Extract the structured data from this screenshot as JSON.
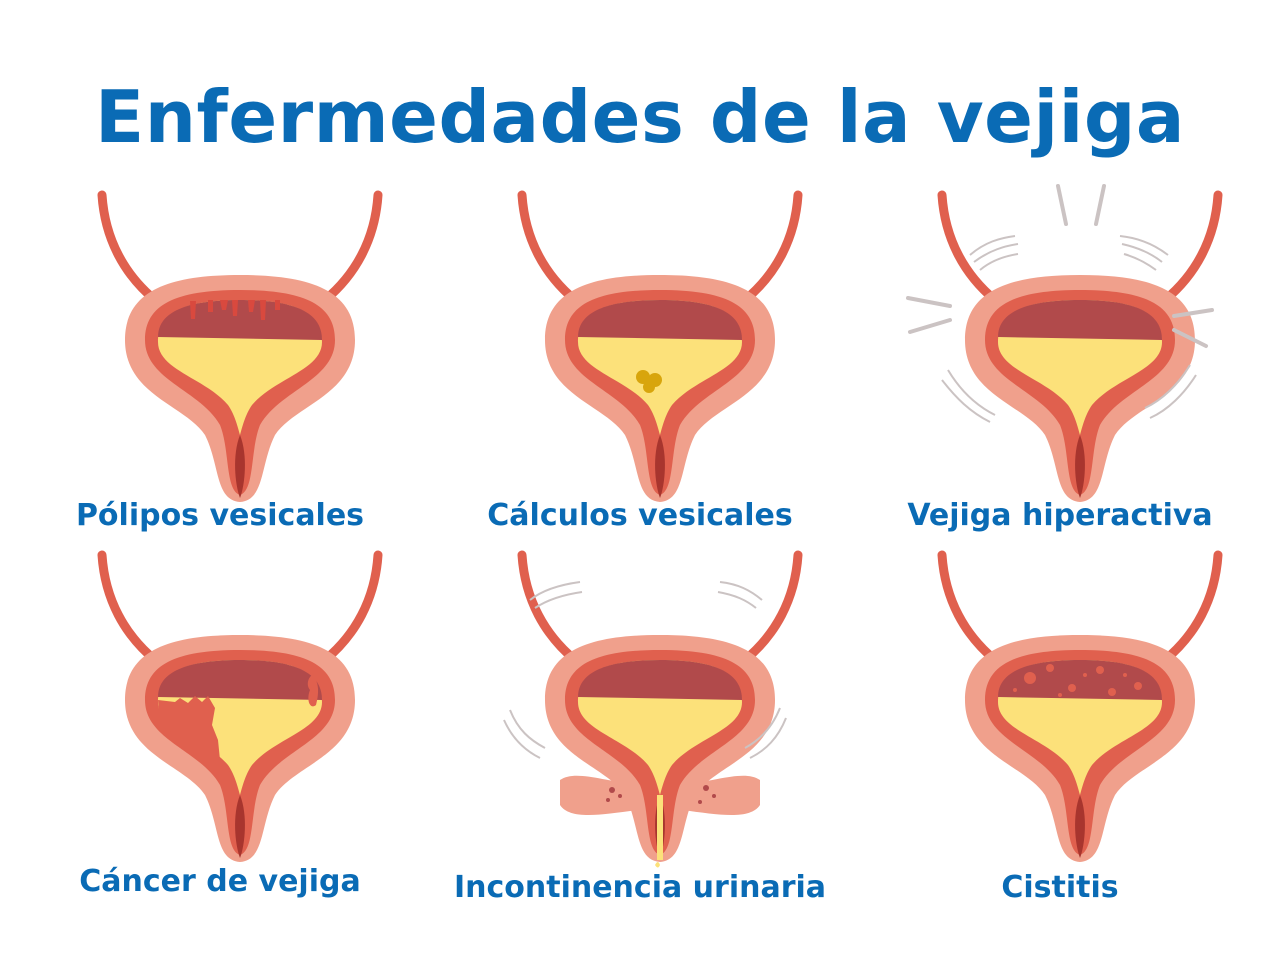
{
  "title": "Enfermedades de la vejiga",
  "colors": {
    "title": "#0a6bb5",
    "outer_wall": "#f0a08c",
    "muscle": "#e0604e",
    "lumen_top": "#b14a4b",
    "urine": "#fce17a",
    "stones": "#d8a50c",
    "arrows": "#cbc3c3"
  },
  "diseases": [
    {
      "label": "Pólipos vesicales",
      "icon": "bladder-polyps"
    },
    {
      "label": "Cálculos vesicales",
      "icon": "bladder-stones"
    },
    {
      "label": "Vejiga hiperactiva",
      "icon": "overactive-bladder"
    },
    {
      "label": "Cáncer de vejiga",
      "icon": "bladder-cancer"
    },
    {
      "label": "Incontinencia urinaria",
      "icon": "urinary-incontinence"
    },
    {
      "label": "Cistitis",
      "icon": "cystitis"
    }
  ]
}
